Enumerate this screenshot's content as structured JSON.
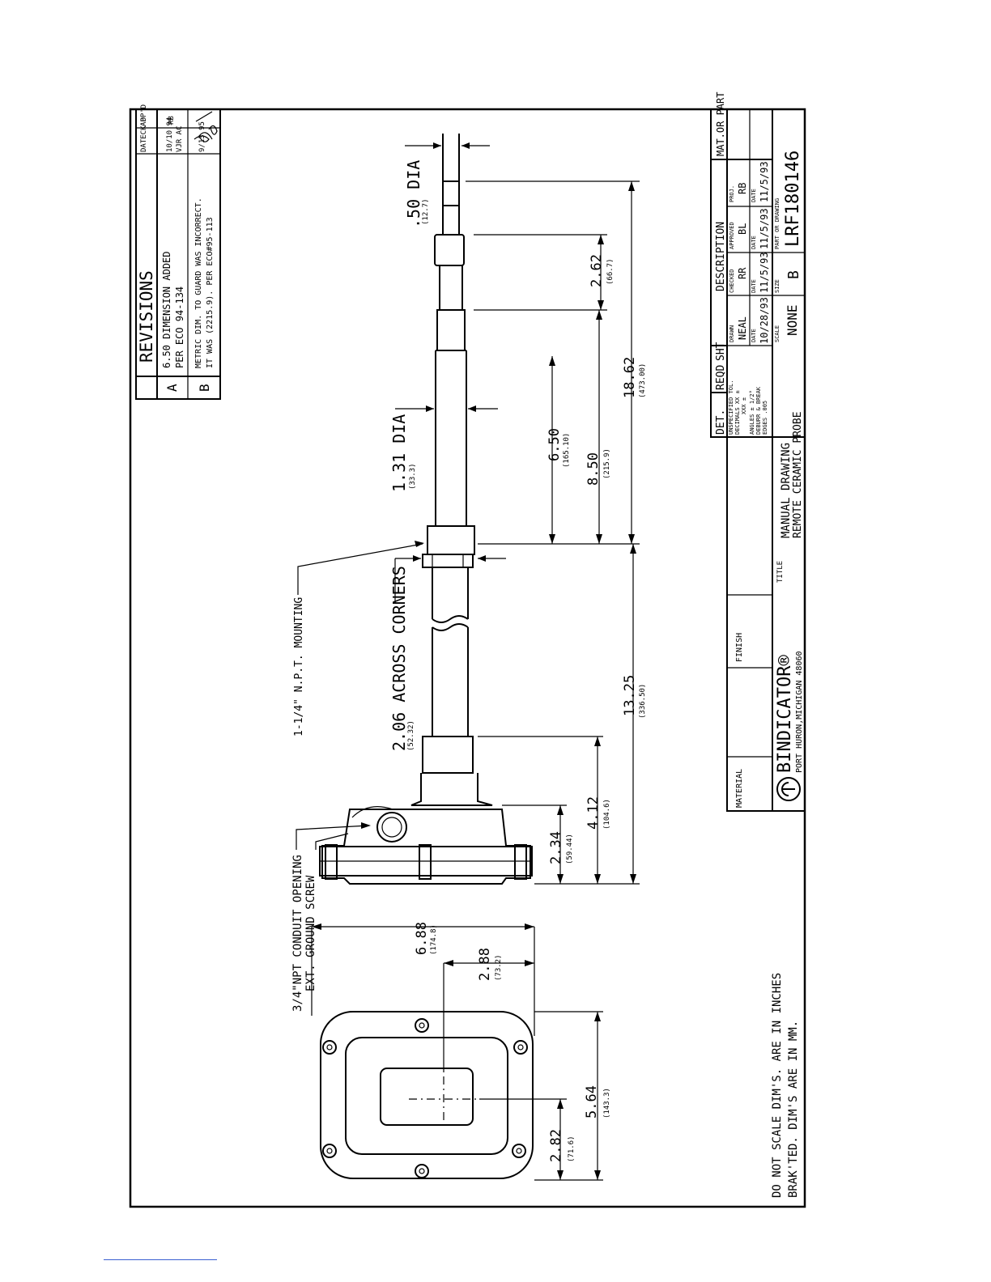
{
  "revisions": {
    "title": "REVISIONS",
    "header_datecheck": "DATECK'D",
    "header_appd": "APP'D",
    "rows": [
      {
        "rev": "A",
        "desc1": "6.50 DIMENSION ADDED",
        "desc2": "PER ECO 94-134",
        "date": "10/10 94",
        "ckd": "VJR AC",
        "appd": "RB"
      },
      {
        "rev": "B",
        "desc1": "METRIC DIM. TO GUARD WAS INCORRECT.",
        "desc2": "IT WAS (2215.9). PER ECO#95-113",
        "date": "9/13 95",
        "ckd": "",
        "appd": ""
      }
    ]
  },
  "dimensions": {
    "rod_dia": {
      "value": ".50 DIA",
      "metric": "(12.7)"
    },
    "d262": {
      "value": "2.62",
      "metric": "(66.7)"
    },
    "d1862": {
      "value": "18.62",
      "metric": "(473.00)"
    },
    "tube_dia": {
      "value": "1.31 DIA",
      "metric": "(33.3)"
    },
    "d650": {
      "value": "6.50",
      "metric": "(165.10)"
    },
    "d850": {
      "value": "8.50",
      "metric": "(215.9)"
    },
    "d1325": {
      "value": "13.25",
      "metric": "(336.50)"
    },
    "hex": {
      "value": "2.06 ACROSS CORNERS",
      "metric": "(52.32)"
    },
    "d412": {
      "value": "4.12",
      "metric": "(104.6)"
    },
    "d234": {
      "value": "2.34",
      "metric": "(59.44)"
    },
    "d688": {
      "value": "6.88",
      "metric": "(174.8)"
    },
    "d288": {
      "value": "2.88",
      "metric": "(73.2)"
    },
    "d564": {
      "value": "5.64",
      "metric": "(143.3)"
    },
    "d282": {
      "value": "2.82",
      "metric": "(71.6)"
    }
  },
  "callouts": {
    "npt_mounting": "1-1/4\" N.P.T. MOUNTING",
    "conduit1": "3/4\"NPT CONDUIT OPENING",
    "conduit2": "EXT. GROUND SCREW"
  },
  "notes": {
    "line1": "DO NOT SCALE DIM'S. ARE IN INCHES",
    "line2": "BRAK'TED. DIM'S ARE IN MM."
  },
  "title_block": {
    "det": "DET.",
    "reqd": "REQD",
    "sht": "SHT",
    "description": "DESCRIPTION",
    "mat_part": "MAT.OR PART",
    "tol1": "UNSPECIFIED TOL.",
    "tol2": "DECIMALS XX ±",
    "tol3": "XXX ±",
    "tol4": "ANGLES ± 1/2°",
    "tol5": "DEBURR & BREAK",
    "tol6": "EDGES .005",
    "drawn_label": "DRAWN",
    "drawn": "NEAL",
    "checked_label": "CHECKED",
    "checked": "RR",
    "approved_label": "APPROVED",
    "approved": "BL",
    "proj_label": "PROJ.",
    "proj": "RB",
    "date_label": "DATE",
    "date_drawn": "10/28/93",
    "date_checked": "11/5/93",
    "date_approved": "11/5/93",
    "date_proj": "11/5/93",
    "scale_label": "SCALE",
    "scale": "NONE",
    "size_label": "SIZE",
    "size": "B",
    "part_label": "PART OR DRAWING",
    "part_no": "LRF180146",
    "title_label": "TITLE",
    "title1": "MANUAL DRAWING",
    "title2": "REMOTE CERAMIC PROBE",
    "material_label": "MATERIAL",
    "finish_label": "FINISH",
    "company": "BINDICATOR®",
    "address": "PORT HURON,MICHIGAN 48060"
  }
}
